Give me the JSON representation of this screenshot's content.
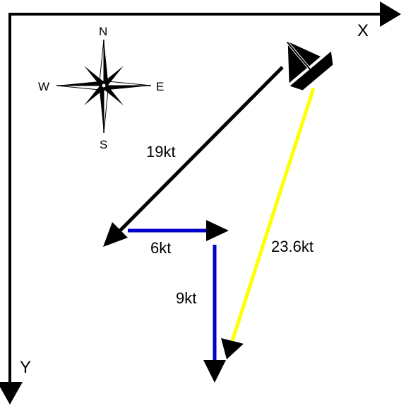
{
  "axes": {
    "x_label": "X",
    "y_label": "Y"
  },
  "compass": {
    "north": "N",
    "south": "S",
    "east": "E",
    "west": "W"
  },
  "vectors": {
    "black": {
      "label": "19kt",
      "color": "#000000"
    },
    "blue_horizontal": {
      "label": "6kt",
      "color": "#0000cc"
    },
    "blue_vertical": {
      "label": "9kt",
      "color": "#0000cc"
    },
    "yellow": {
      "label": "23.6kt",
      "color": "#ffff00"
    }
  },
  "icons": {
    "boat": "sailboat-icon",
    "compass": "compass-rose-icon"
  }
}
